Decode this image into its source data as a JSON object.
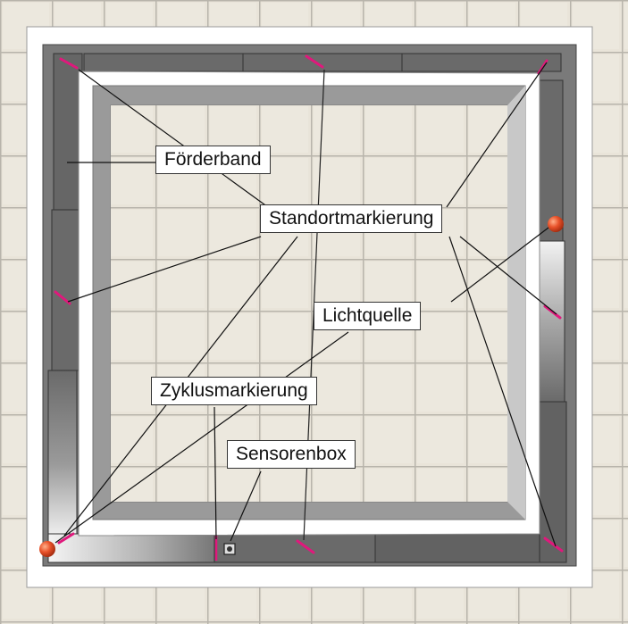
{
  "labels": {
    "conveyor": "Förderband",
    "location_marker": "Standortmarkierung",
    "light_source": "Lichtquelle",
    "cycle_marker": "Zyklusmarkierung",
    "sensor_box": "Sensorenbox"
  },
  "colors": {
    "floor_tile": "#e9e4d9",
    "floor_grout": "#b8b4ab",
    "frame_white": "#ffffff",
    "belt_dark": "#5f5f5f",
    "marker_magenta": "#e0187c",
    "light_orange": "#e8522a"
  }
}
